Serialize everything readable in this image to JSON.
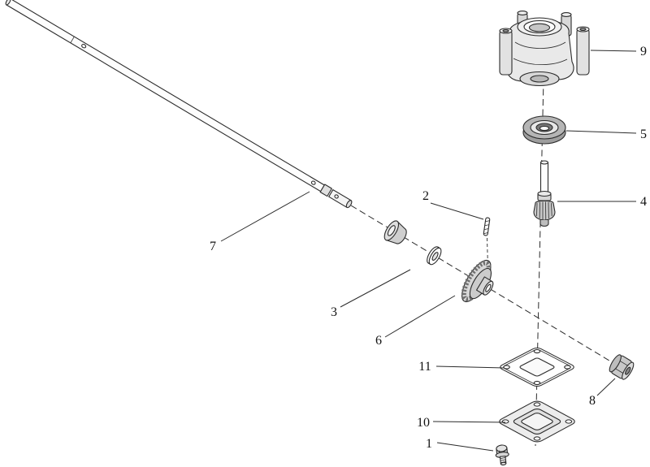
{
  "figure": {
    "type": "exploded-parts-diagram",
    "background": "#ffffff",
    "ink": "#2b2b2b",
    "shade_light": "#e6e6e6",
    "shade_mid": "#c9c9c9",
    "shade_dark": "#9a9a9a"
  },
  "callouts": [
    {
      "number": "1"
    },
    {
      "number": "2"
    },
    {
      "number": "3"
    },
    {
      "number": "4"
    },
    {
      "number": "5"
    },
    {
      "number": "6"
    },
    {
      "number": "7"
    },
    {
      "number": "8"
    },
    {
      "number": "9"
    },
    {
      "number": "10"
    },
    {
      "number": "11"
    }
  ]
}
